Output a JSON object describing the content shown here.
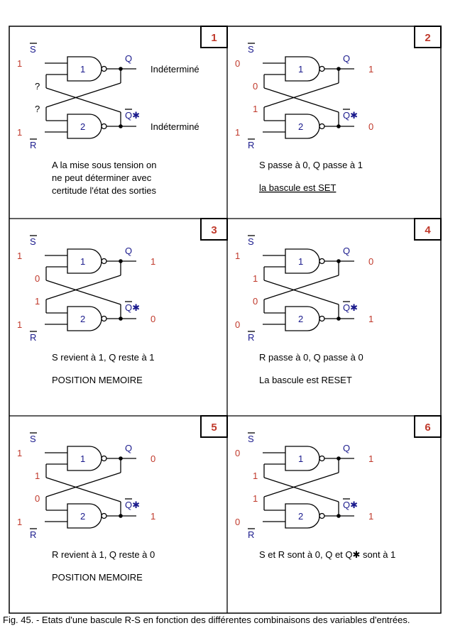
{
  "panels": [
    {
      "number": "1",
      "s_value": "1",
      "r_value": "1",
      "q_value": "Indéterminé",
      "qn_value": "Indéterminé",
      "feedback_top": "?",
      "feedback_bottom": "?",
      "notes": [
        "A la mise sous tension on",
        "ne peut déterminer avec",
        "certitude l'état des sorties"
      ]
    },
    {
      "number": "2",
      "s_value": "0",
      "r_value": "1",
      "q_value": "1",
      "qn_value": "0",
      "feedback_top": "0",
      "feedback_bottom": "1",
      "notes": [
        "S passe à 0,  Q  passe à  1",
        "la bascule est SET"
      ]
    },
    {
      "number": "3",
      "s_value": "1",
      "r_value": "1",
      "q_value": "1",
      "qn_value": "0",
      "feedback_top": "0",
      "feedback_bottom": "1",
      "notes": [
        "S  revient à  1,  Q  reste à  1",
        "POSITION MEMOIRE"
      ]
    },
    {
      "number": "4",
      "s_value": "1",
      "r_value": "0",
      "q_value": "0",
      "qn_value": "1",
      "feedback_top": "1",
      "feedback_bottom": "0",
      "notes": [
        "R  passe à  0,  Q  passe à  0",
        "La bascule est RESET"
      ]
    },
    {
      "number": "5",
      "s_value": "1",
      "r_value": "1",
      "q_value": "0",
      "qn_value": "1",
      "feedback_top": "1",
      "feedback_bottom": "0",
      "notes": [
        "R  revient à  1,  Q  reste à  0",
        "POSITION MEMOIRE"
      ]
    },
    {
      "number": "6",
      "s_value": "0",
      "r_value": "0",
      "q_value": "1",
      "qn_value": "1",
      "feedback_top": "1",
      "feedback_bottom": "1",
      "notes": [
        "S  et  R sont à  0,  Q  et  Q✱  sont à  1"
      ]
    }
  ],
  "labels": {
    "s": "S",
    "r": "R",
    "q": "Q",
    "qn": "Q✱",
    "gate1": "1",
    "gate2": "2"
  },
  "colors": {
    "signal_name": "#1a1a8c",
    "logic_value": "#c0392b",
    "line": "#000000"
  },
  "caption": "Fig. 45. - Etats d'une bascule R-S en fonction des différentes combinaisons des variables d'entrées."
}
